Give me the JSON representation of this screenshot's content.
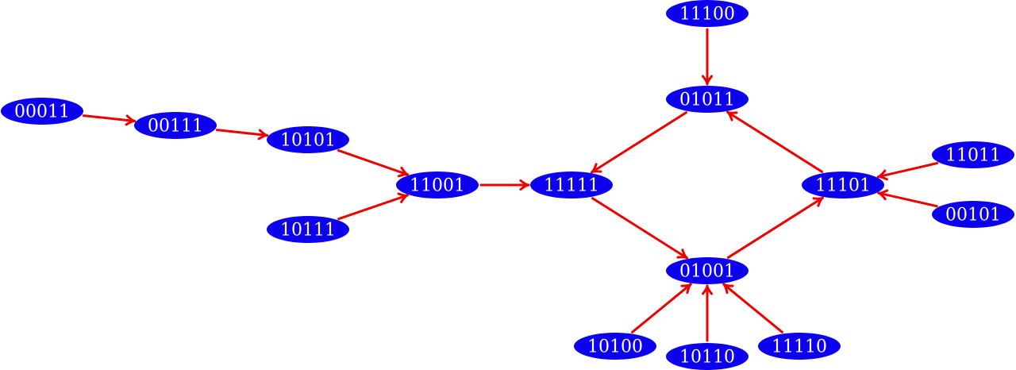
{
  "diagram": {
    "type": "directed-graph",
    "node_color": "#0c00ee",
    "label_color": "#ffffff",
    "edge_color": "#ee0000",
    "nodes": [
      {
        "id": "n00011",
        "label": "00011"
      },
      {
        "id": "n00111",
        "label": "00111"
      },
      {
        "id": "n10101",
        "label": "10101"
      },
      {
        "id": "n10111",
        "label": "10111"
      },
      {
        "id": "n11001",
        "label": "11001"
      },
      {
        "id": "n11111",
        "label": "11111"
      },
      {
        "id": "n11100",
        "label": "11100"
      },
      {
        "id": "n01011",
        "label": "01011"
      },
      {
        "id": "n11101",
        "label": "11101"
      },
      {
        "id": "n11011",
        "label": "11011"
      },
      {
        "id": "n00101",
        "label": "00101"
      },
      {
        "id": "n01001",
        "label": "01001"
      },
      {
        "id": "n10100",
        "label": "10100"
      },
      {
        "id": "n10110",
        "label": "10110"
      },
      {
        "id": "n11110",
        "label": "11110"
      }
    ],
    "edges": [
      {
        "from": "n00011",
        "to": "n00111"
      },
      {
        "from": "n00111",
        "to": "n10101"
      },
      {
        "from": "n10101",
        "to": "n11001"
      },
      {
        "from": "n10111",
        "to": "n11001"
      },
      {
        "from": "n11001",
        "to": "n11111"
      },
      {
        "from": "n11100",
        "to": "n01011"
      },
      {
        "from": "n01011",
        "to": "n11111"
      },
      {
        "from": "n11101",
        "to": "n01011"
      },
      {
        "from": "n11111",
        "to": "n01001"
      },
      {
        "from": "n01001",
        "to": "n11101"
      },
      {
        "from": "n11011",
        "to": "n11101"
      },
      {
        "from": "n00101",
        "to": "n11101"
      },
      {
        "from": "n10100",
        "to": "n01001"
      },
      {
        "from": "n10110",
        "to": "n01001"
      },
      {
        "from": "n11110",
        "to": "n01001"
      }
    ]
  }
}
